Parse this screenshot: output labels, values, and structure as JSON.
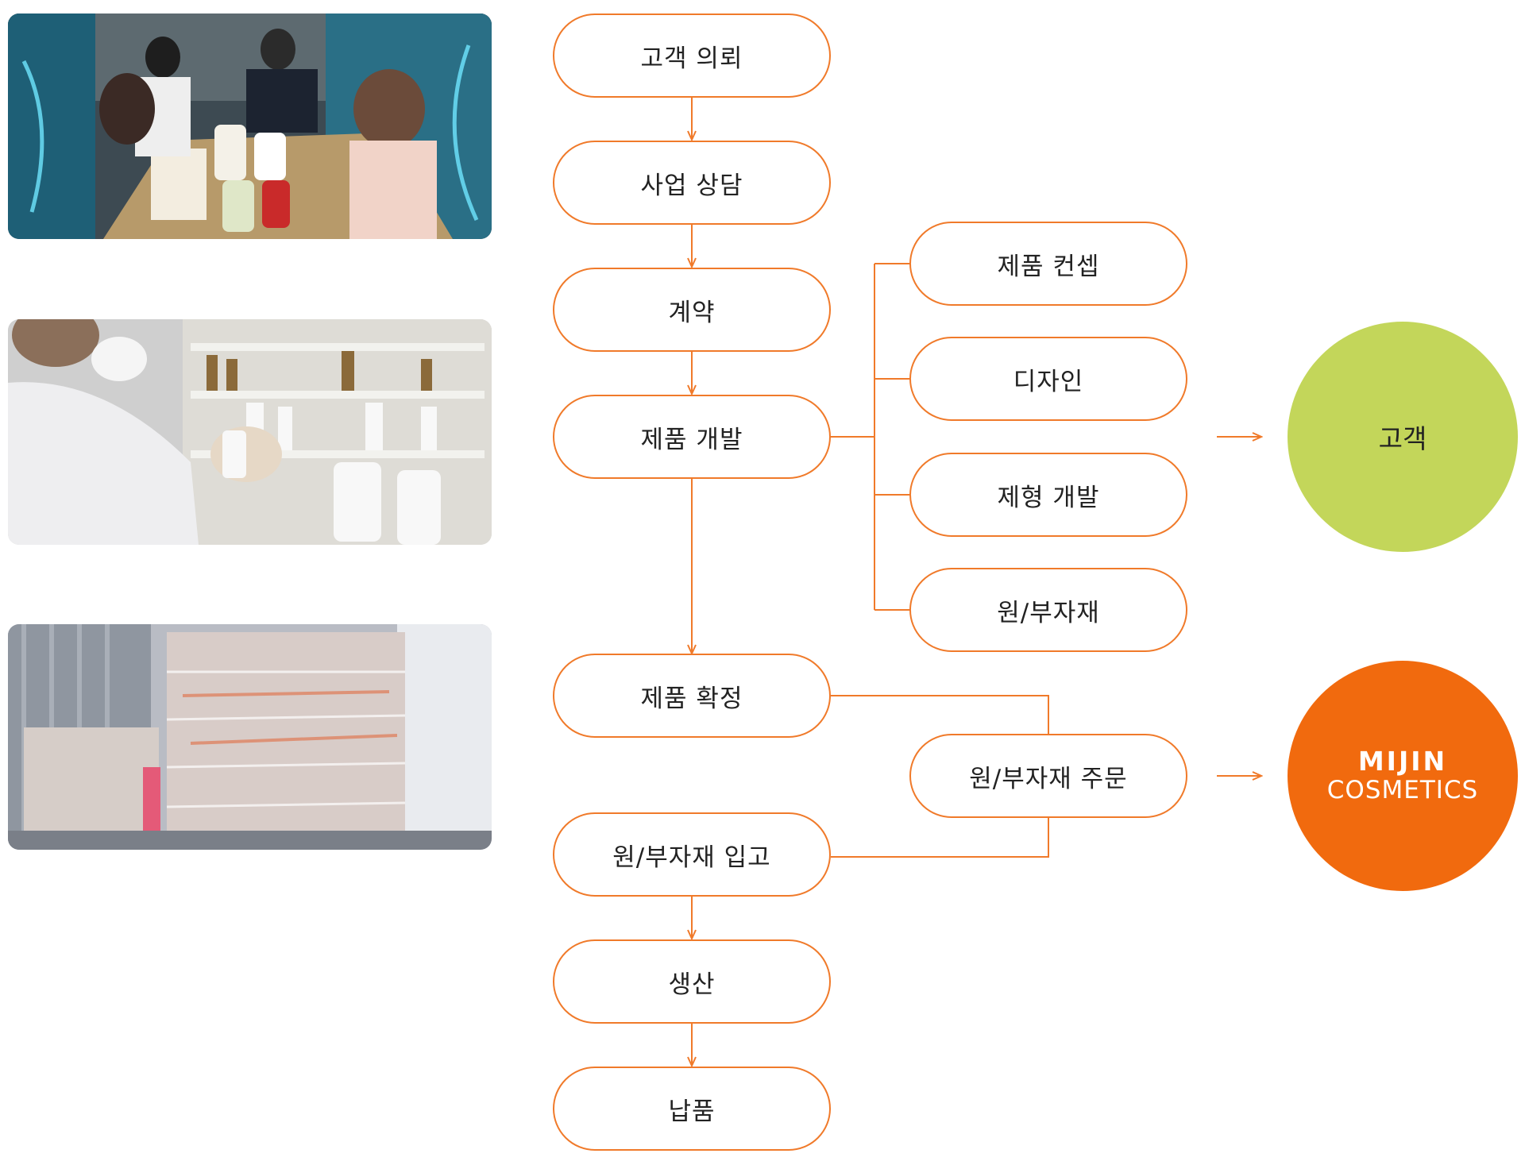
{
  "colors": {
    "accent": "#f07a2a",
    "customer_circle": "#c3d65a",
    "company_circle": "#f16a0e",
    "text": "#222222"
  },
  "photos": [
    {
      "subject": "business-meeting-photo"
    },
    {
      "subject": "lab-researcher-photo"
    },
    {
      "subject": "wrapped-pallets-photo"
    }
  ],
  "flow": {
    "main": [
      "고객 의뢰",
      "사업 상담",
      "계약",
      "제품 개발",
      "제품 확정",
      "원/부자재 입고",
      "생산",
      "납품"
    ],
    "development_branches": [
      "제품 컨셉",
      "디자인",
      "제형 개발",
      "원/부자재"
    ],
    "order": "원/부자재 주문"
  },
  "parties": {
    "customer": "고객",
    "company_line1": "MIJIN",
    "company_line2": "COSMETICS"
  }
}
